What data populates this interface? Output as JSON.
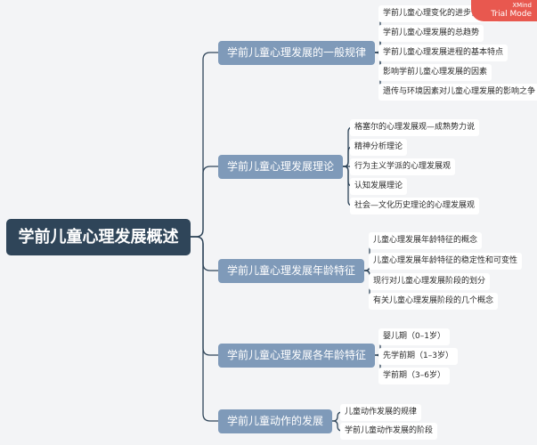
{
  "watermark": {
    "brand": "XMind",
    "mode": "Trial Mode"
  },
  "root": {
    "title": "学前儿童心理发展概述"
  },
  "branches": [
    {
      "label": "学前儿童心理发展的一般规律",
      "children": [
        "学前儿童心理变化的进步性方向",
        "学前儿童心理发展的总趋势",
        "学前儿童心理发展进程的基本特点",
        "影响学前儿童心理发展的因素",
        "遗传与环境因素对儿童心理发展的影响之争"
      ]
    },
    {
      "label": "学前儿童心理发展理论",
      "children": [
        "格塞尔的心理发展观—成熟势力说",
        "精神分析理论",
        "行为主义学派的心理发展观",
        "认知发展理论",
        "社会—文化历史理论的心理发展观"
      ]
    },
    {
      "label": "学前儿童心理发展年龄特征",
      "children": [
        "儿童心理发展年龄特征的概念",
        "儿童心理发展年龄特征的稳定性和可变性",
        "现行对儿童心理发展阶段的划分",
        "有关儿童心理发展阶段的几个概念"
      ]
    },
    {
      "label": "学前儿童心理发展各年龄特征",
      "children": [
        "婴儿期（0–1岁）",
        "先学前期（1–3岁）",
        "学前期（3–6岁）"
      ]
    },
    {
      "label": "学前儿童动作的发展",
      "children": [
        "儿童动作发展的规律",
        "学前儿童动作发展的阶段"
      ]
    }
  ]
}
